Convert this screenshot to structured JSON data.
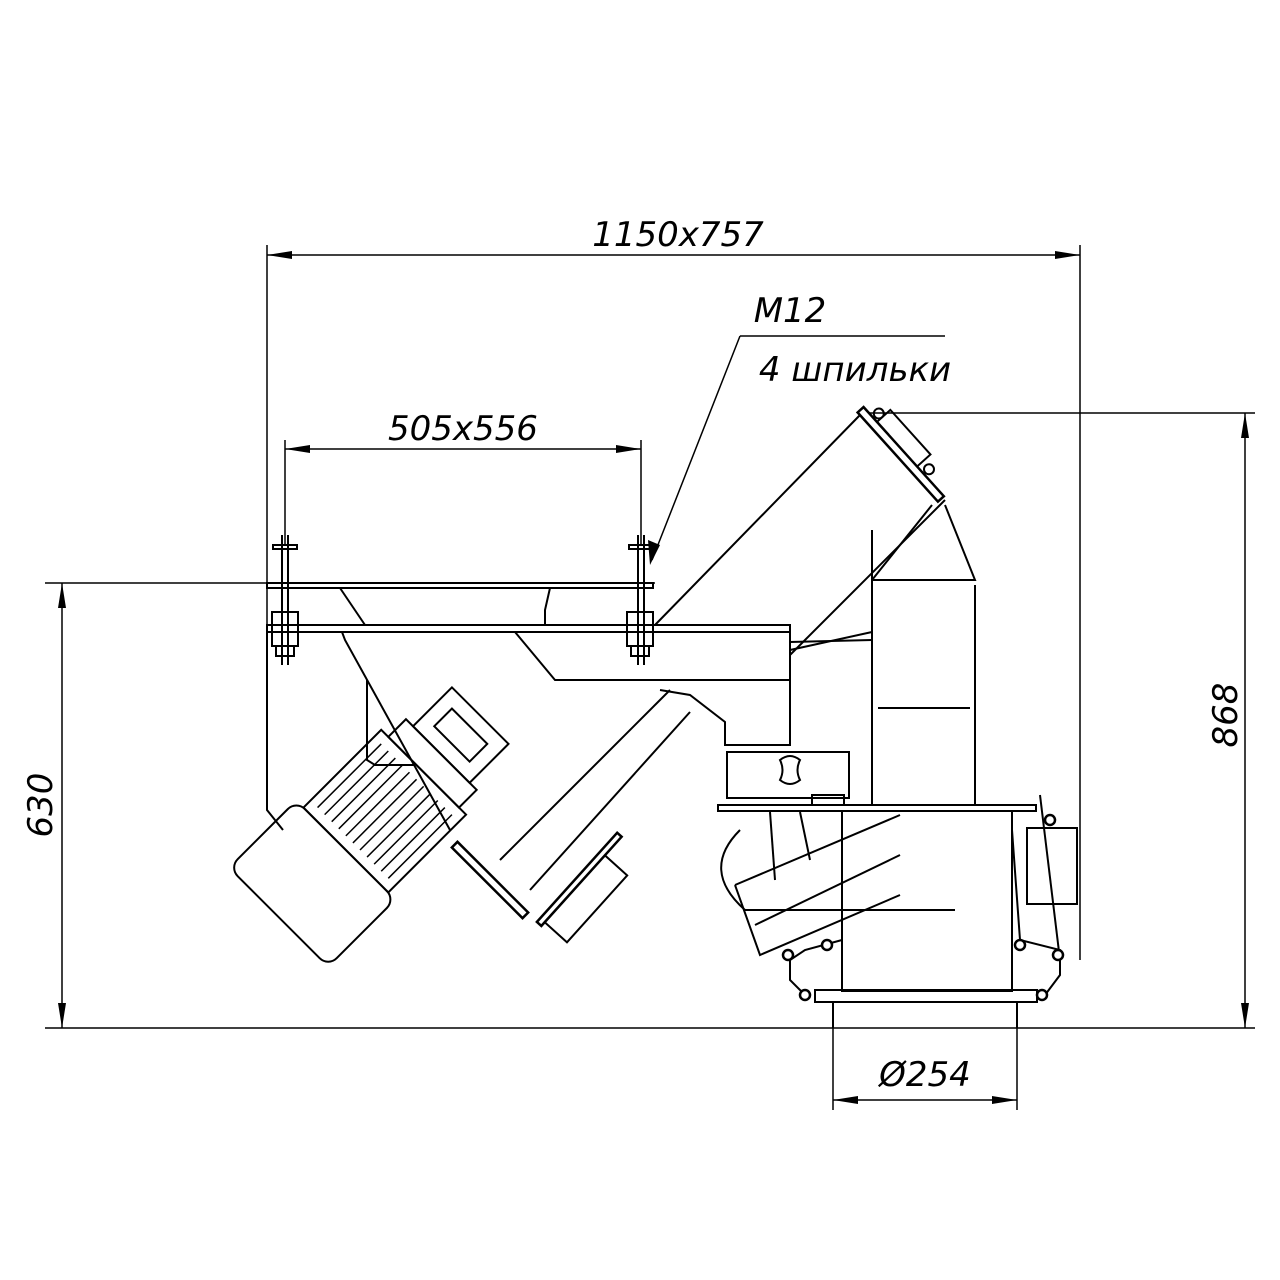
{
  "drawing": {
    "dimensions": {
      "overall_footprint": "1150x757",
      "flange_size": "505x556",
      "stud_size": "M12",
      "stud_count": "4 шпильки",
      "height_left": "630",
      "height_right": "868",
      "outlet_diameter": "Ø254"
    }
  }
}
